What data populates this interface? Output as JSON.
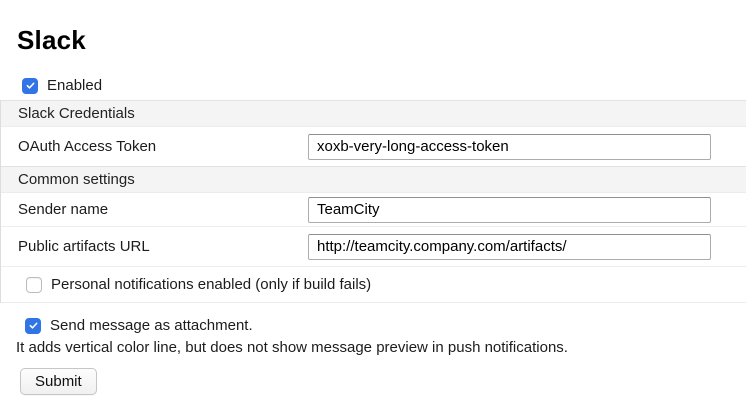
{
  "title": "Slack",
  "enabled": {
    "label": "Enabled",
    "checked": true
  },
  "credentials_section": {
    "heading": "Slack Credentials",
    "oauth_field": {
      "label": "OAuth Access Token",
      "value": "xoxb-very-long-access-token"
    }
  },
  "common_section": {
    "heading": "Common settings",
    "sender_field": {
      "label": "Sender name",
      "value": "TeamCity"
    },
    "artifacts_field": {
      "label": "Public artifacts URL",
      "value": "http://teamcity.company.com/artifacts/"
    }
  },
  "personal_notifications": {
    "label": "Personal notifications enabled (only if build fails)",
    "checked": false
  },
  "send_as_attachment": {
    "label": "Send message as attachment.",
    "checked": true,
    "description": "It adds vertical color line, but does not show message preview in push notifications."
  },
  "submit": {
    "label": "Submit"
  },
  "colors": {
    "accent_blue": "#3174e6",
    "section_header_bg": "#f4f4f4"
  }
}
